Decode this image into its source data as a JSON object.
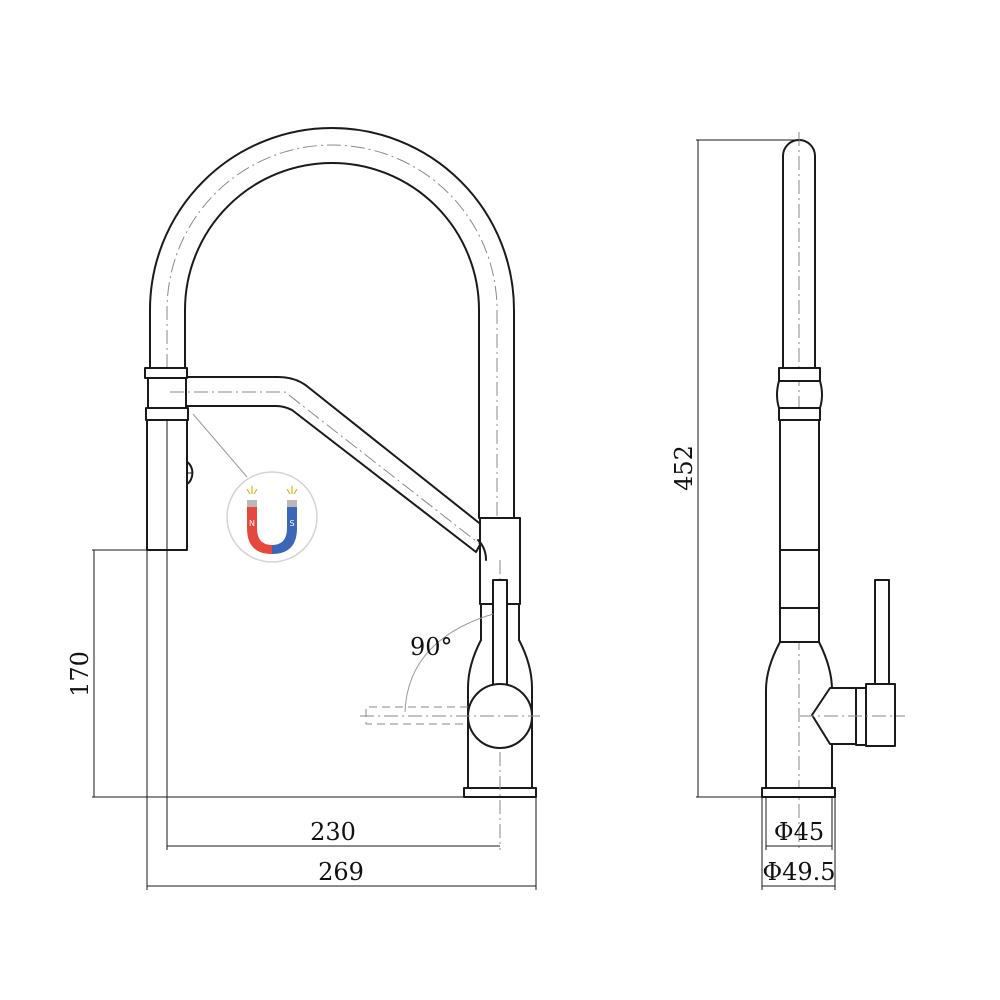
{
  "dimensions": {
    "spout_height": "170",
    "reach_center": "230",
    "overall_width": "269",
    "overall_height": "452",
    "base_diameter": "Φ45",
    "flange_diameter": "Φ49.5"
  },
  "handle_rotation": "90°",
  "magnet": {
    "north_label": "N",
    "south_label": "S",
    "north_color": "#e8473d",
    "south_color": "#3c66b7"
  }
}
